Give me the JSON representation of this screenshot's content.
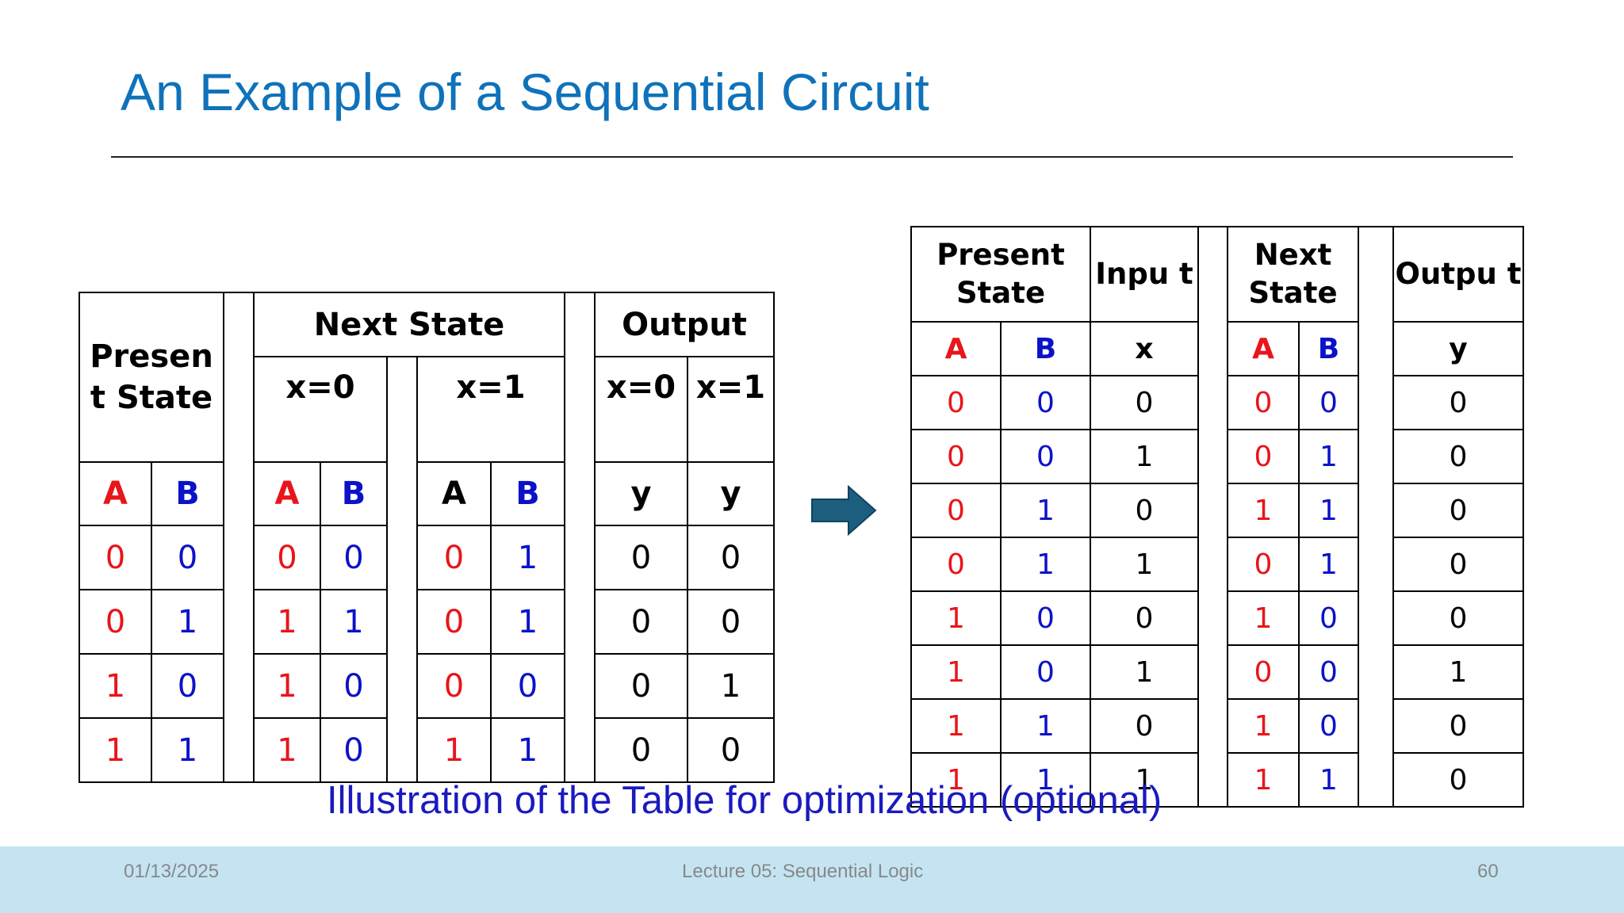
{
  "title": "An Example of a Sequential Circuit",
  "caption": "Illustration of the Table for optimization (optional)",
  "footer": {
    "date": "01/13/2025",
    "lecture": "Lecture 05: Sequential Logic",
    "page": "60"
  },
  "table1": {
    "present_state": "Presen t State",
    "next_state": "Next State",
    "output": "Output",
    "x0": "x=0",
    "x1": "x=1",
    "a": "A",
    "b": "B",
    "y": "y",
    "rows": [
      [
        "0",
        "0",
        "0",
        "0",
        "0",
        "1",
        "0",
        "0"
      ],
      [
        "0",
        "1",
        "1",
        "1",
        "0",
        "1",
        "0",
        "0"
      ],
      [
        "1",
        "0",
        "1",
        "0",
        "0",
        "0",
        "0",
        "1"
      ],
      [
        "1",
        "1",
        "1",
        "0",
        "1",
        "1",
        "0",
        "0"
      ]
    ]
  },
  "table2": {
    "present_state": "Present State",
    "input": "Inpu t",
    "next_state": "Next State",
    "output": "Outpu t",
    "a": "A",
    "b": "B",
    "x": "x",
    "y": "y",
    "rows": [
      [
        "0",
        "0",
        "0",
        "0",
        "0",
        "0"
      ],
      [
        "0",
        "0",
        "1",
        "0",
        "1",
        "0"
      ],
      [
        "0",
        "1",
        "0",
        "1",
        "1",
        "0"
      ],
      [
        "0",
        "1",
        "1",
        "0",
        "1",
        "0"
      ],
      [
        "1",
        "0",
        "0",
        "1",
        "0",
        "0"
      ],
      [
        "1",
        "0",
        "1",
        "0",
        "0",
        "1"
      ],
      [
        "1",
        "1",
        "0",
        "1",
        "0",
        "0"
      ],
      [
        "1",
        "1",
        "1",
        "1",
        "1",
        "0"
      ]
    ]
  },
  "colors": {
    "title": "#0f72ba",
    "a_col": "#e8151b",
    "b_col": "#0b12c8",
    "arrow": "#1d5e7e",
    "footer": "#c4e4f2"
  },
  "icons": {
    "arrow": "right-arrow-icon"
  }
}
